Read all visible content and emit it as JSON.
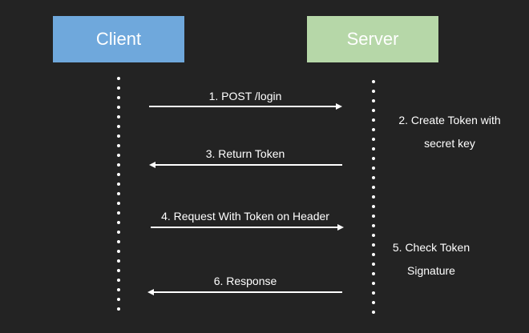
{
  "colors": {
    "background": "#232323",
    "client_box": "#6fa8dc",
    "server_box": "#b6d7a8",
    "line": "#ffffff"
  },
  "actors": {
    "client": "Client",
    "server": "Server"
  },
  "messages": [
    {
      "label": "1. POST /login",
      "direction": "right"
    },
    {
      "label": "3. Return Token",
      "direction": "left"
    },
    {
      "label": "4. Request With Token on Header",
      "direction": "right"
    },
    {
      "label": "6. Response",
      "direction": "left"
    }
  ],
  "notes": [
    {
      "line1": "2. Create Token with",
      "line2": "secret key"
    },
    {
      "line1": "5. Check Token",
      "line2": "Signature"
    }
  ]
}
